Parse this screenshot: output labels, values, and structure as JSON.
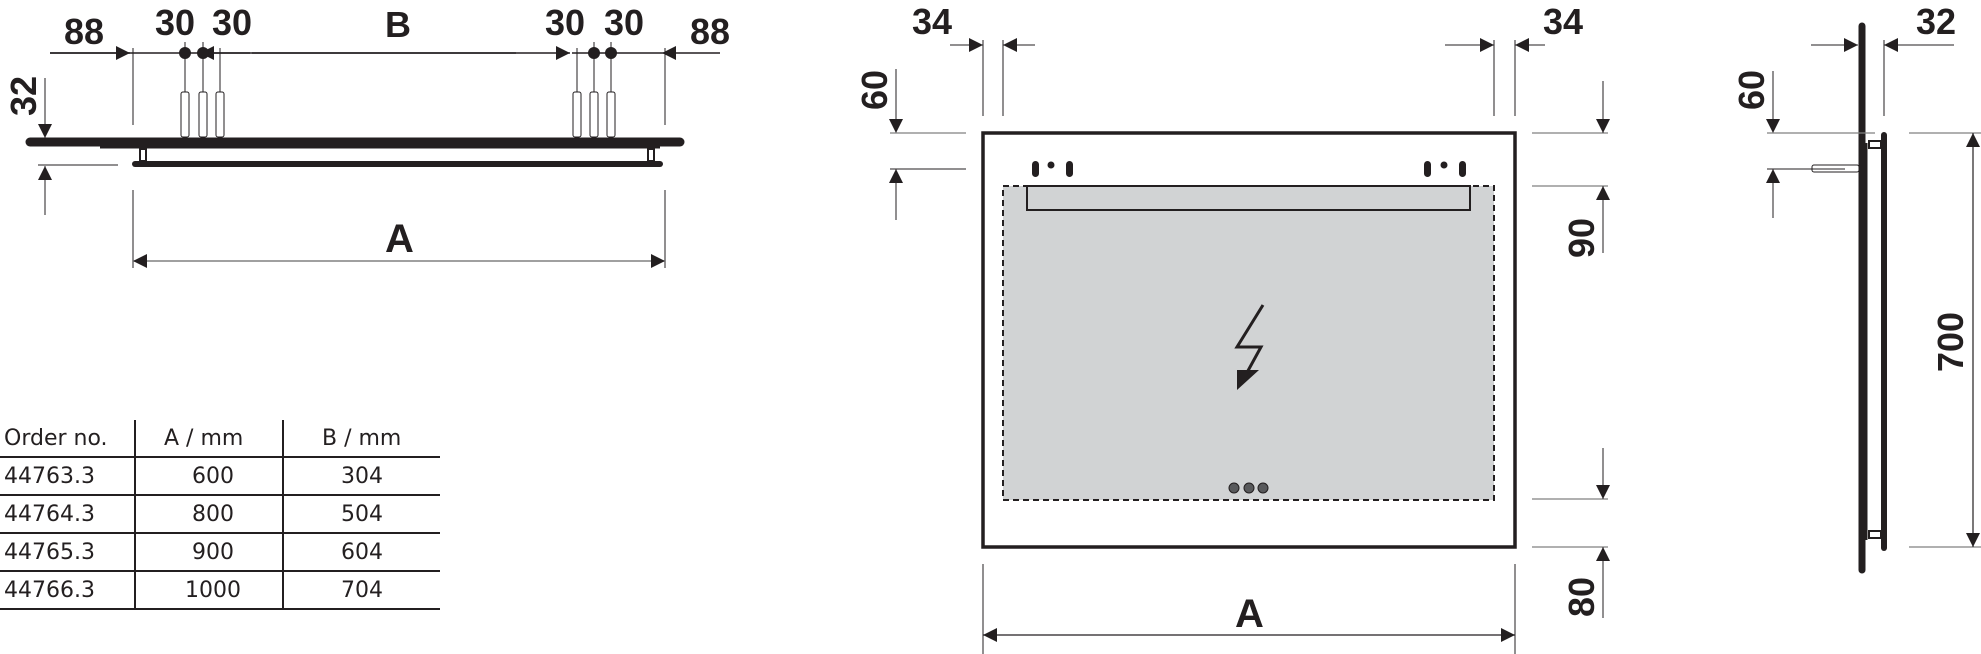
{
  "top_view": {
    "dims": {
      "left_offset": "88",
      "left_spacing_1": "30",
      "left_spacing_2": "30",
      "center_span": "B",
      "right_spacing_1": "30",
      "right_spacing_2": "30",
      "right_offset": "88",
      "depth": "32",
      "overall_width": "A"
    }
  },
  "front_view": {
    "dims": {
      "left_inset": "34",
      "right_inset": "34",
      "top_hole_offset": "60",
      "top_light_offset": "90",
      "bottom_offset": "80",
      "overall_width": "A"
    },
    "icons": [
      "electrical-connection-icon",
      "mounting-holes-icon",
      "sensor-buttons-icon"
    ]
  },
  "side_view": {
    "dims": {
      "depth": "32",
      "hole_offset": "60",
      "height": "700"
    }
  },
  "spec_table": {
    "headers": [
      "Order no.",
      "A / mm",
      "B / mm"
    ],
    "rows": [
      {
        "order": "44763.3",
        "a": "600",
        "b": "304"
      },
      {
        "order": "44764.3",
        "a": "800",
        "b": "504"
      },
      {
        "order": "44765.3",
        "a": "900",
        "b": "604"
      },
      {
        "order": "44766.3",
        "a": "1000",
        "b": "704"
      }
    ]
  },
  "colors": {
    "line": "#231f20",
    "panel_fill": "#d1d3d4",
    "thin_line": "#808080"
  }
}
